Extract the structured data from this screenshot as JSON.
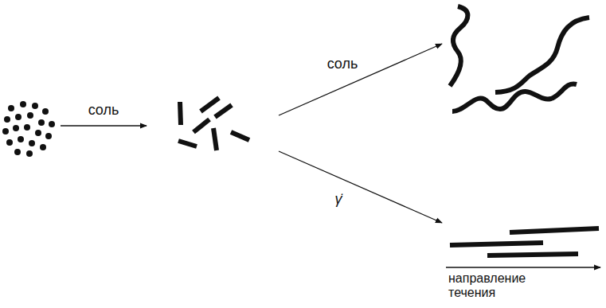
{
  "diagram": {
    "labels": [
      "соль",
      "соль",
      "γ̇",
      "направление течения"
    ]
  }
}
